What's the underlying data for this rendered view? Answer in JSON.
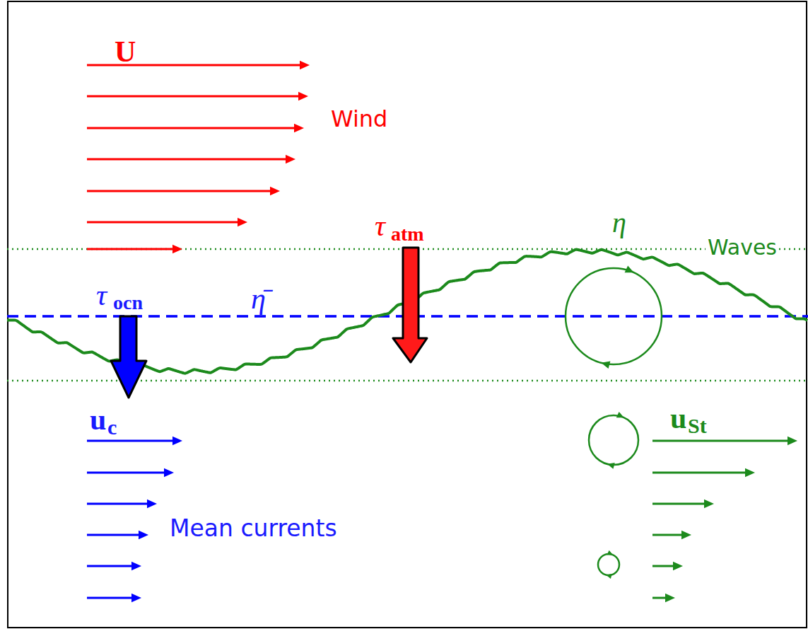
{
  "diagram": {
    "labels": [
      "U",
      "Wind",
      "τ",
      "atm",
      "η",
      "Waves",
      "τ",
      "ocn",
      "η̄",
      "u",
      "c",
      "Mean currents",
      "u",
      "St"
    ]
  }
}
